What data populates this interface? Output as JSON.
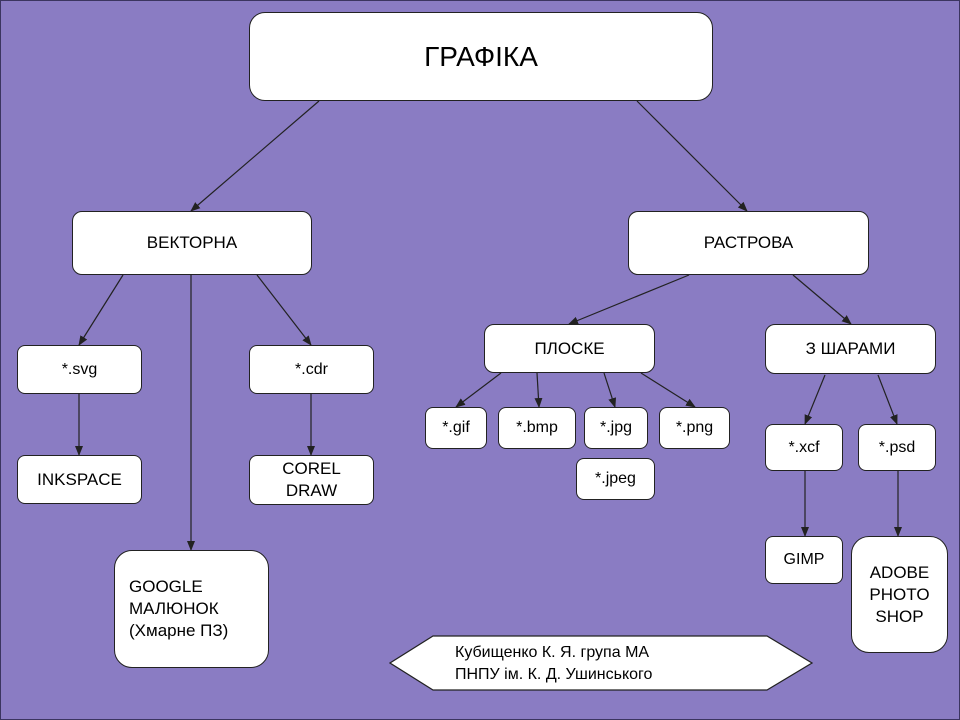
{
  "colors": {
    "background": "#8a7cc3",
    "node_fill": "#ffffff",
    "stroke": "#222222"
  },
  "nodes": {
    "root": "ГРАФІКА",
    "vector": "ВЕКТОРНА",
    "raster": "РАСТРОВА",
    "svg": "*.svg",
    "cdr": "*.cdr",
    "inkspace": "INKSPACE",
    "corel": "COREL\nDRAW",
    "google": "GOOGLE\nМАЛЮНОК\n  (Хмарне ПЗ)",
    "flat": "ПЛОСКЕ",
    "layers": "З ШАРАМИ",
    "gif": "*.gif",
    "bmp": "*.bmp",
    "jpg": "*.jpg",
    "png": "*.png",
    "jpeg": "*.jpeg",
    "xcf": "*.xcf",
    "psd": "*.psd",
    "gimp": "GIMP",
    "adobe": "ADOBE\nPHOTO\nSHOP"
  },
  "credit": {
    "line1": "Кубищенко К. Я. група МА",
    "line2": "ПНПУ ім. К. Д. Ушинського"
  }
}
